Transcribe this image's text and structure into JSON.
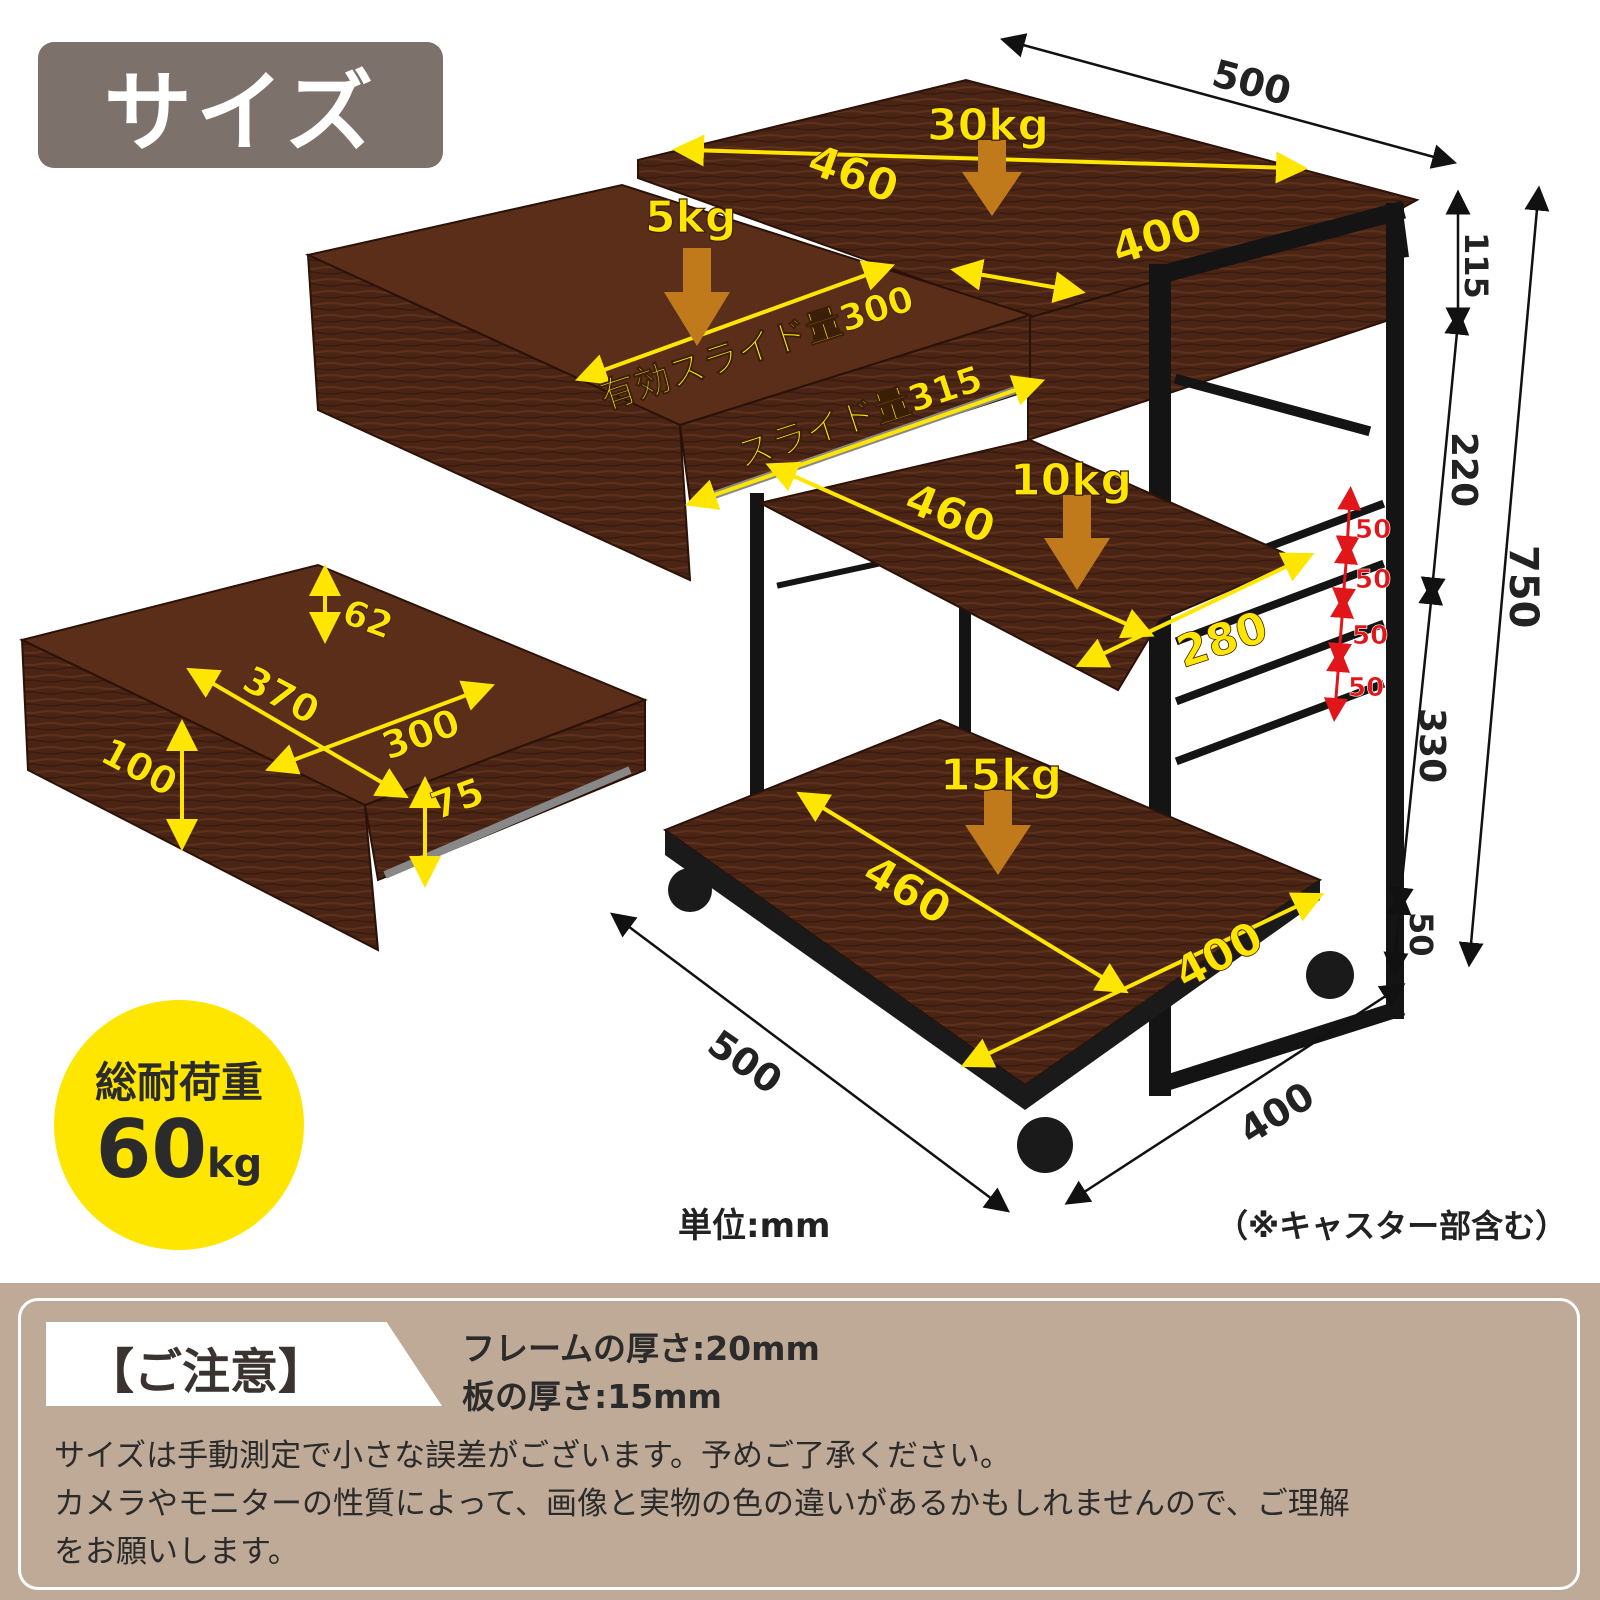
{
  "title": "サイズ",
  "loads": {
    "top": "30kg",
    "drawer": "5kg",
    "middle": "10kg",
    "bottom": "15kg"
  },
  "dimensions": {
    "overall_width_top": "500",
    "top_shelf_width": "460",
    "top_shelf_depth": "400",
    "effective_slide": "有効スライド量300",
    "slide": "スライド量315",
    "middle_shelf_width": "460",
    "middle_shelf_depth": "280",
    "bottom_shelf_width": "460",
    "bottom_shelf_depth": "400",
    "overall_width_bottom": "500",
    "overall_depth_bottom": "400",
    "h_top": "115",
    "h_middle": "220",
    "h_total": "750",
    "h_lower": "330",
    "h_caster": "50",
    "adjust_steps": [
      "50",
      "50",
      "50",
      "50"
    ],
    "drawer_inner_height": "62",
    "drawer_inner_width": "370",
    "drawer_inner_depth": "300",
    "drawer_front_height": "100",
    "drawer_side_height": "75"
  },
  "total_load": {
    "label": "総耐荷重",
    "value": "60",
    "unit": "kg"
  },
  "unit_text": "単位:mm",
  "caster_note": "（※キャスター部含む）",
  "notice": {
    "label": "【ご注意】",
    "frame_thickness": "フレームの厚さ:20mm",
    "board_thickness": "板の厚さ:15mm",
    "lines": [
      "サイズは手動測定で小さな誤差がございます。予めご了承ください。",
      "カメラやモニターの性質によって、画像と実物の色の違いがあるかもしれませんので、ご理解",
      "をお願いします。"
    ]
  },
  "colors": {
    "wood": "#4a2414",
    "wood_light": "#6b3a22",
    "frame": "#1a1a1a",
    "arrow_yellow": "#ffe600",
    "load_arrow": "#c07a1c",
    "adjust_red": "#e0161b",
    "title_bg": "#7d716c",
    "notice_bg": "#bfaa97"
  }
}
